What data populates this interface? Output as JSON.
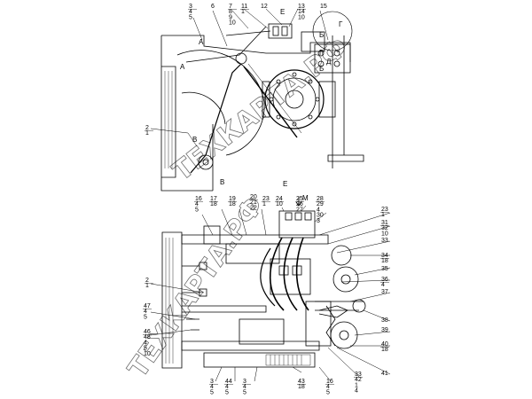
{
  "drawing": {
    "view_label": "Е",
    "view_arrow_label": "М",
    "watermark": "ТЕХКАРТА.РФ",
    "section_marks": [
      "A",
      "A",
      "Б",
      "Б",
      "В",
      "В",
      "Г",
      "Г",
      "Д",
      "Е"
    ]
  },
  "top_callouts": [
    {
      "id": "c3",
      "lines": [
        "3",
        "4",
        "5"
      ]
    },
    {
      "id": "c6",
      "lines": [
        "6"
      ]
    },
    {
      "id": "c7",
      "lines": [
        "7",
        "8",
        "9",
        "10"
      ]
    },
    {
      "id": "c11",
      "lines": [
        "11",
        "1"
      ]
    },
    {
      "id": "c12",
      "lines": [
        "12"
      ]
    },
    {
      "id": "c13",
      "lines": [
        "13",
        "14",
        "10"
      ]
    },
    {
      "id": "c15",
      "lines": [
        "15"
      ]
    },
    {
      "id": "c2",
      "lines": [
        "2",
        "1"
      ]
    }
  ],
  "bottom_callouts": [
    {
      "id": "b16",
      "lines": [
        "16",
        "4",
        "5"
      ]
    },
    {
      "id": "b17",
      "lines": [
        "17",
        "18"
      ]
    },
    {
      "id": "b19",
      "lines": [
        "19",
        "18"
      ]
    },
    {
      "id": "b20",
      "lines": [
        "20",
        "21",
        "22"
      ]
    },
    {
      "id": "b23",
      "lines": [
        "23",
        "1"
      ]
    },
    {
      "id": "b24",
      "lines": [
        "24",
        "10"
      ]
    },
    {
      "id": "b25",
      "lines": [
        "25",
        "26",
        "27"
      ]
    },
    {
      "id": "b28",
      "lines": [
        "28",
        "29",
        "4",
        "30",
        "3"
      ]
    },
    {
      "id": "r23",
      "lines": [
        "23",
        "1"
      ]
    },
    {
      "id": "r31",
      "lines": [
        "31",
        "32",
        "10"
      ]
    },
    {
      "id": "r33",
      "lines": [
        "33"
      ]
    },
    {
      "id": "r34",
      "lines": [
        "34",
        "18"
      ]
    },
    {
      "id": "r35",
      "lines": [
        "35"
      ]
    },
    {
      "id": "r36",
      "lines": [
        "36",
        "4"
      ]
    },
    {
      "id": "r37",
      "lines": [
        "37"
      ]
    },
    {
      "id": "r38",
      "lines": [
        "38"
      ]
    },
    {
      "id": "r39",
      "lines": [
        "39"
      ]
    },
    {
      "id": "r40",
      "lines": [
        "40",
        "18"
      ]
    },
    {
      "id": "r41",
      "lines": [
        "41"
      ]
    },
    {
      "id": "l2",
      "lines": [
        "2",
        "1"
      ]
    },
    {
      "id": "l47",
      "lines": [
        "47",
        "4",
        "5"
      ]
    },
    {
      "id": "l46",
      "lines": [
        "46",
        "48",
        "4",
        "5",
        "10"
      ]
    },
    {
      "id": "f3a",
      "lines": [
        "3",
        "4",
        "5"
      ]
    },
    {
      "id": "f44",
      "lines": [
        "44",
        "4",
        "5"
      ]
    },
    {
      "id": "f3b",
      "lines": [
        "3",
        "4",
        "5"
      ]
    },
    {
      "id": "f43",
      "lines": [
        "43",
        "18"
      ]
    },
    {
      "id": "f16",
      "lines": [
        "16",
        "4",
        "5"
      ]
    },
    {
      "id": "f33",
      "lines": [
        "33",
        "42",
        "1",
        "4"
      ]
    }
  ]
}
